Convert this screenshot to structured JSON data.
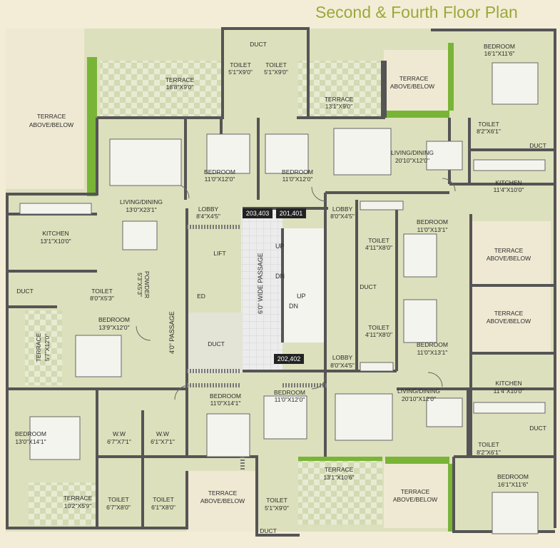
{
  "title": "Second & Fourth Floor Plan",
  "colors": {
    "background": "#f3edd7",
    "room": "#dde0bc",
    "wall": "#555555",
    "terrace": "#e7ebd2",
    "terrace_check": "#d3d9b3",
    "green": "#79b437",
    "passage": "#e9e9e9",
    "flat_tag": "#222222"
  },
  "flat_tags": [
    "203,403",
    "201,401",
    "202,402"
  ],
  "rooms": [
    {
      "id": "terrace-top-left",
      "name": "TERRACE",
      "dim": "18'8\"X9'0\""
    },
    {
      "id": "toilet-top-a",
      "name": "TOILET",
      "dim": "5'1\"X9'0\""
    },
    {
      "id": "toilet-top-b",
      "name": "TOILET",
      "dim": "5'1\"X9'0\""
    },
    {
      "id": "terrace-top-mid",
      "name": "TERRACE",
      "dim": "13'1\"X9'0\""
    },
    {
      "id": "terrace-ab-top",
      "name": "TERRACE",
      "sub": "ABOVE/BELOW"
    },
    {
      "id": "bedroom-ne",
      "name": "BEDROOM",
      "dim": "16'1\"X11'6\""
    },
    {
      "id": "terrace-ab-left",
      "name": "TERRACE",
      "sub": "ABOVE/BELOW"
    },
    {
      "id": "toilet-ne",
      "name": "TOILET",
      "dim": "8'2\"X6'1\""
    },
    {
      "id": "living-ne",
      "name": "LIVING/DINING",
      "dim": "20'10\"X12'0\""
    },
    {
      "id": "bedroom-n1",
      "name": "BEDROOM",
      "dim": "11'0\"X12'0\""
    },
    {
      "id": "bedroom-n2",
      "name": "BEDROOM",
      "dim": "11'0\"X12'0\""
    },
    {
      "id": "kitchen-ne",
      "name": "KITCHEN",
      "dim": "11'4\"X10'0\""
    },
    {
      "id": "living-w",
      "name": "LIVING/DINING",
      "dim": "13'0\"X23'1\""
    },
    {
      "id": "lobby-w",
      "name": "LOBBY",
      "dim": "8'4\"X4'5\""
    },
    {
      "id": "lobby-e",
      "name": "LOBBY",
      "dim": "8'0\"X4'5\""
    },
    {
      "id": "kitchen-w",
      "name": "KITCHEN",
      "dim": "13'1\"X10'0\""
    },
    {
      "id": "bedroom-e1",
      "name": "BEDROOM",
      "dim": "11'0\"X13'1\""
    },
    {
      "id": "toilet-e1",
      "name": "TOILET",
      "dim": "4'11\"X8'0\""
    },
    {
      "id": "terrace-ab-e1",
      "name": "TERRACE",
      "sub": "ABOVE/BELOW"
    },
    {
      "id": "lift",
      "name": "LIFT"
    },
    {
      "id": "duct-w",
      "name": "DUCT"
    },
    {
      "id": "toilet-w",
      "name": "TOILET",
      "dim": "8'0\"X5'3\""
    },
    {
      "id": "powder",
      "name": "POWDER",
      "dim": "5'3\"X5'3\""
    },
    {
      "id": "ed",
      "name": "ED"
    },
    {
      "id": "duct-e",
      "name": "DUCT"
    },
    {
      "id": "terrace-ab-e2",
      "name": "TERRACE",
      "sub": "ABOVE/BELOW"
    },
    {
      "id": "bedroom-w",
      "name": "BEDROOM",
      "dim": "13'9\"X12'0\""
    },
    {
      "id": "toilet-e2",
      "name": "TOILET",
      "dim": "4'11\"X8'0\""
    },
    {
      "id": "terrace-w-vert",
      "name": "TERRACE",
      "dim": "5'7\"X12'0\""
    },
    {
      "id": "duct-c",
      "name": "DUCT"
    },
    {
      "id": "bedroom-e2",
      "name": "BEDROOM",
      "dim": "11'0\"X13'1\""
    },
    {
      "id": "lobby-s",
      "name": "LOBBY",
      "dim": "8'0\"X4'5\""
    },
    {
      "id": "living-se",
      "name": "LIVING/DINING",
      "dim": "20'10\"X12'0\""
    },
    {
      "id": "kitchen-se",
      "name": "KITCHEN",
      "dim": "11'4\"X10'0\""
    },
    {
      "id": "bedroom-s1",
      "name": "BEDROOM",
      "dim": "11'0\"X14'1\""
    },
    {
      "id": "bedroom-s2",
      "name": "BEDROOM",
      "dim": "11'0\"X12'0\""
    },
    {
      "id": "bedroom-sw",
      "name": "BEDROOM",
      "dim": "13'0\"X14'1\""
    },
    {
      "id": "ww-1",
      "name": "W.W",
      "dim": "6'7\"X7'1\""
    },
    {
      "id": "ww-2",
      "name": "W.W",
      "dim": "6'1\"X7'1\""
    },
    {
      "id": "toilet-se",
      "name": "TOILET",
      "dim": "8'2\"X6'1\""
    },
    {
      "id": "terrace-s-mid",
      "name": "TERRACE",
      "dim": "13'1\"X10'6\""
    },
    {
      "id": "bedroom-se",
      "name": "BEDROOM",
      "dim": "16'1\"X11'6\""
    },
    {
      "id": "terrace-sw",
      "name": "TERRACE",
      "dim": "10'2\"X5'9\""
    },
    {
      "id": "toilet-sw1",
      "name": "TOILET",
      "dim": "6'7\"X8'0\""
    },
    {
      "id": "toilet-sw2",
      "name": "TOILET",
      "dim": "6'1\"X8'0\""
    },
    {
      "id": "terrace-ab-s1",
      "name": "TERRACE",
      "sub": "ABOVE/BELOW"
    },
    {
      "id": "toilet-s",
      "name": "TOILET",
      "dim": "5'1\"X9'0\""
    },
    {
      "id": "terrace-ab-s2",
      "name": "TERRACE",
      "sub": "ABOVE/BELOW"
    }
  ],
  "ducts": [
    "DUCT",
    "DUCT",
    "DUCT",
    "DUCT"
  ],
  "passages": {
    "main": "6'0\" WIDE PASSAGE",
    "side": "4'0\" PASSAGE"
  },
  "stairs": {
    "up1": "UP",
    "dn1": "DN",
    "up2": "UP",
    "dn2": "DN"
  }
}
